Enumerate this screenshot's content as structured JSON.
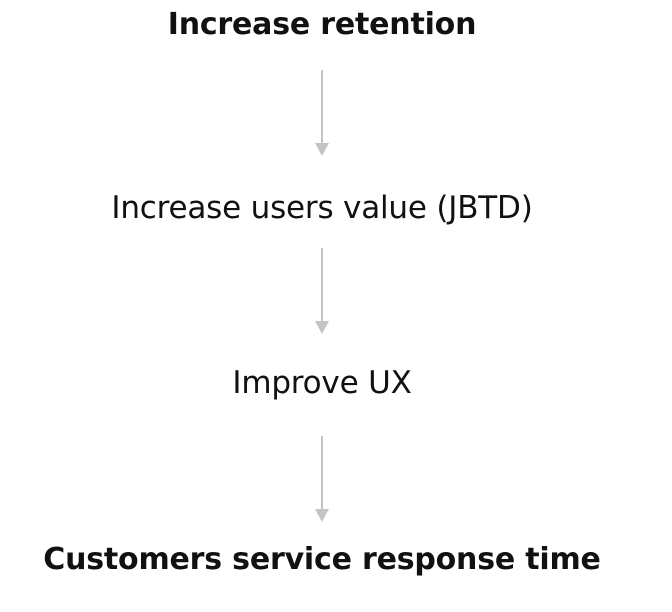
{
  "diagram": {
    "nodes": [
      {
        "label": "Increase retention",
        "weight": "bold"
      },
      {
        "label": "Increase users value (JBTD)",
        "weight": "regular"
      },
      {
        "label": "Improve UX",
        "weight": "regular"
      },
      {
        "label": "Customers service response time",
        "weight": "bold"
      }
    ],
    "edges": [
      {
        "from": 0,
        "to": 1
      },
      {
        "from": 1,
        "to": 2
      },
      {
        "from": 2,
        "to": 3
      }
    ],
    "arrow_color": "#c4c4c4",
    "text_color": "#111111"
  }
}
